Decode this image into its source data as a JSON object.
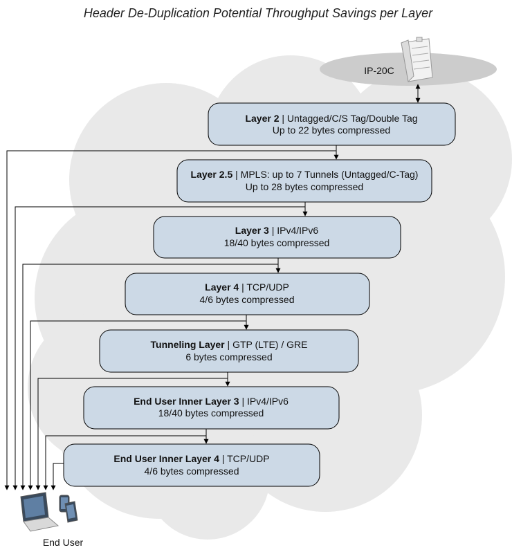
{
  "title": "Header De-Duplication Potential Throughput Savings per Layer",
  "device": {
    "label": "IP-20C",
    "icon": "radio-unit-icon"
  },
  "end_user": {
    "label": "End User",
    "icons": [
      "laptop-icon",
      "mobile-devices-icon"
    ]
  },
  "layers": [
    {
      "name": "Layer 2",
      "detail": "Untagged/C/S Tag/Double Tag",
      "savings": "Up to 22 bytes compressed"
    },
    {
      "name": "Layer 2.5",
      "detail": "MPLS: up to 7 Tunnels (Untagged/C-Tag)",
      "savings": "Up to 28 bytes compressed"
    },
    {
      "name": "Layer 3",
      "detail": "IPv4/IPv6",
      "savings": "18/40 bytes compressed"
    },
    {
      "name": "Layer 4",
      "detail": "TCP/UDP",
      "savings": "4/6 bytes compressed"
    },
    {
      "name": "Tunneling Layer",
      "detail": "GTP (LTE) / GRE",
      "savings": "6 bytes compressed"
    },
    {
      "name": "End User Inner Layer 3",
      "detail": "IPv4/IPv6",
      "savings": "18/40 bytes compressed"
    },
    {
      "name": "End User Inner Layer 4",
      "detail": "TCP/UDP",
      "savings": "4/6 bytes compressed"
    }
  ],
  "separator": " | ",
  "colors": {
    "box_fill": "#ccd9e6",
    "cloud": "#e8e8e8",
    "ellipse": "#cccccc"
  }
}
